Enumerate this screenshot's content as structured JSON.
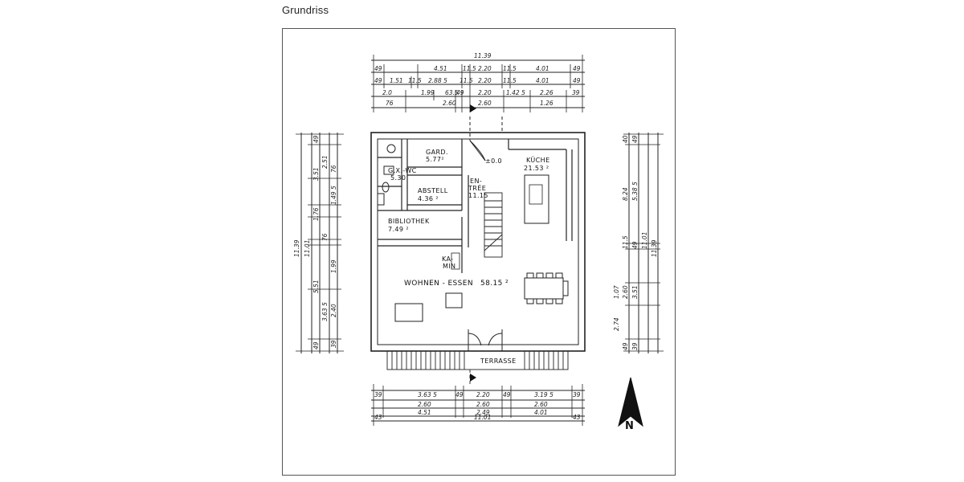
{
  "title": "Grundriss",
  "rooms": {
    "gard": "GARD.",
    "gard_area": "5.77²",
    "gastwc": "G.X.-WC",
    "gastwc_area": "5.30",
    "abstell": "ABSTELL",
    "abstell_area": "4.36 ²",
    "entree_1": "EN-",
    "entree_2": "TRÉE",
    "entree_area": "11.15",
    "kueche": "KÜCHE",
    "kueche_area": "21.53 ²",
    "bibliothek": "BIBLIOTHEK",
    "bibliothek_area": "7.49 ²",
    "kamin_1": "KA-",
    "kamin_2": "MIN",
    "wohnen": "WOHNEN - ESSEN",
    "wohnen_area": "58.15 ²",
    "terrasse": "TERRASSE",
    "level": "±0.0"
  },
  "dims_top": {
    "total": "11.39",
    "r1": [
      "49",
      "4.51",
      "11.5",
      "2.20",
      "11.5",
      "4.01",
      "49"
    ],
    "r2": [
      "49",
      "1.51",
      "11.5",
      "2.88 5",
      "11.5",
      "2.20",
      "11.5",
      "4.01",
      "49"
    ],
    "r3": [
      "2.0",
      "1.99",
      "63.5",
      "49",
      "2.20",
      "1.42 5",
      "2.26",
      "39"
    ],
    "r4": [
      "76",
      "2.60",
      "2.60",
      "1.26"
    ]
  },
  "dims_bottom": {
    "r1": [
      "39",
      "3.63 5",
      "49",
      "2.20",
      "49",
      "3.19 5",
      "39"
    ],
    "r2": [
      "2.60",
      "2.60",
      "2.60"
    ],
    "r3": [
      "4.51",
      "2.49",
      "4.01"
    ],
    "total_a": "43",
    "total": "11.01",
    "total_b": "43"
  },
  "dims_left": {
    "outer": "11.39",
    "mid": "11.01",
    "a": [
      "49",
      "2.51",
      "3.51",
      "76",
      "1.49 5",
      "1.76",
      "76",
      "1.99",
      "5.51",
      "3.63 5",
      "2.40",
      "49",
      "39"
    ]
  },
  "dims_right": {
    "outer": "11.39",
    "mid": "11.01",
    "a": [
      "49",
      "40",
      "8.24",
      "5.38 5",
      "11.5",
      "49",
      "1.07",
      "2.60",
      "3.51",
      "2.74",
      "49",
      "39"
    ]
  },
  "north": "N"
}
